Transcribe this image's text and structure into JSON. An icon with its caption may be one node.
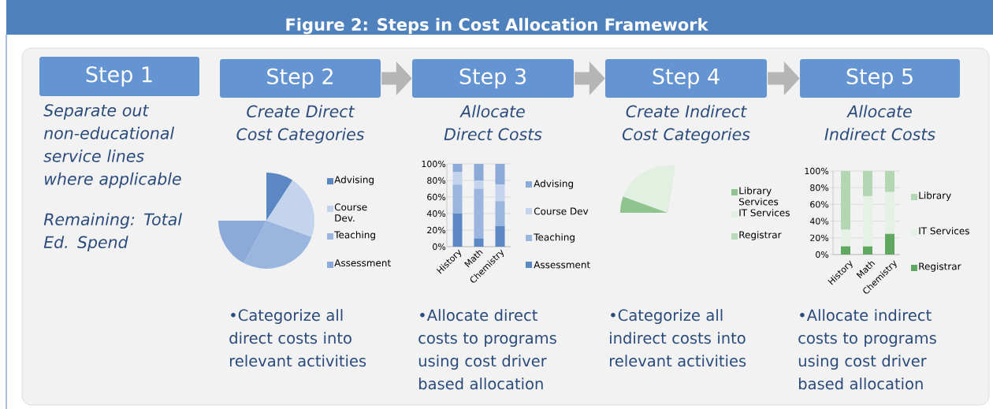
{
  "diagram": {
    "title": "Figure 2: Steps in Cost Allocation Framework",
    "nodes": [
      {
        "text": [
          "Step 1"
        ],
        "beside": [
          "Separate out non-educational service lines where applicable",
          "Remaining: Total Ed. Spend"
        ]
      },
      {
        "text": [
          "Step 2"
        ],
        "beside": [
          "Create Direct Cost Categories"
        ]
      },
      {
        "text": [
          "Step 3"
        ],
        "beside": [
          "Allocate Direct Costs"
        ]
      },
      {
        "text": [
          "Step 4"
        ],
        "beside": [
          "Create Indirect Cost Categories"
        ]
      },
      {
        "text": [
          "Step 5"
        ],
        "beside": [
          "Allocate Indirect Costs"
        ]
      }
    ],
    "edges": [
      {
        "from": 1,
        "to": 2,
        "arrow": "to"
      },
      {
        "from": 2,
        "to": 3,
        "arrow": "to"
      },
      {
        "from": 3,
        "to": 4,
        "arrow": "to"
      }
    ],
    "labels": [
      "100%",
      "80%",
      "60%",
      "40%",
      "20%",
      "0%",
      "History",
      "Math",
      "Chemistry",
      "•Categorize all direct costs into relevant activities",
      "•Allocate direct costs to programs using cost driver based allocation",
      "•Categorize all indirect costs into relevant activities",
      "•Allocate indirect costs to programs using cost driver based allocation"
    ],
    "legend": [
      {
        "text": "Advising",
        "color": "#5b87c5"
      },
      {
        "text": "Course Dev.",
        "color": "#c3d4ec"
      },
      {
        "text": "Teaching",
        "color": "#9ab6df"
      },
      {
        "text": "Assessment",
        "color": "#8caad8"
      },
      {
        "text": "Library Services",
        "color": "#8fc490"
      },
      {
        "text": "IT Services",
        "color": "#e2f0e2"
      },
      {
        "text": "Registrar",
        "color": "#b8dbb8"
      },
      {
        "text": "Library",
        "color": "#b3d6b3"
      },
      {
        "text": "IT Services",
        "color": "#e4f1e4"
      },
      {
        "text": "Registrar",
        "color": "#5fa85f"
      }
    ],
    "chart_data": {
      "type": "bar",
      "stacked": true,
      "orientation": "vertical",
      "categories": [
        "History",
        "Math",
        "Chemistry"
      ],
      "series": [
        {
          "name": "Assessment",
          "color": "#5b87c5",
          "values": [
            40,
            10,
            25
          ]
        },
        {
          "name": "Teaching",
          "color": "#9ab6df",
          "values": [
            35,
            60,
            30
          ]
        },
        {
          "name": "Course Dev",
          "color": "#c3d4ec",
          "values": [
            15,
            10,
            20
          ]
        },
        {
          "name": "Advising",
          "color": "#8caad8",
          "values": [
            10,
            20,
            25
          ]
        }
      ],
      "ylim": [
        0,
        100
      ],
      "grid": true,
      "legend": "right",
      "yticks": [
        {
          "value": 0,
          "label": "0%"
        },
        {
          "value": 20,
          "label": "20%"
        },
        {
          "value": 40,
          "label": "40%"
        },
        {
          "value": 60,
          "label": "60%"
        },
        {
          "value": 80,
          "label": "80%"
        },
        {
          "value": 100,
          "label": "100%"
        }
      ]
    }
  }
}
